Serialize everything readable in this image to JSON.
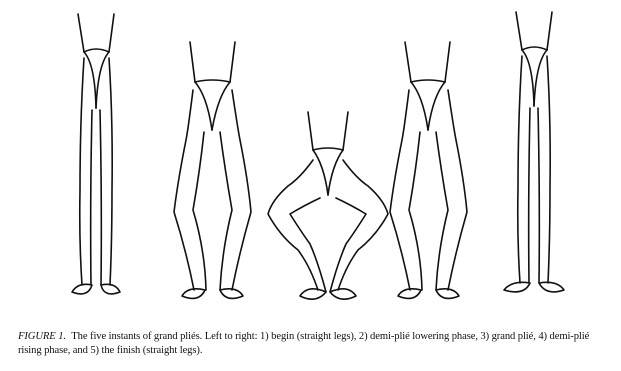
{
  "figure": {
    "label": "FIGURE 1.",
    "caption_text": "The five instants of grand pliés. Left to right: 1) begin (straight legs), 2) demi-plié lowering phase, 3) grand plié, 4) demi-plié rising phase, and 5) the finish (straight legs).",
    "panels": [
      {
        "name": "begin (straight legs)"
      },
      {
        "name": "demi-plié lowering phase"
      },
      {
        "name": "grand plié"
      },
      {
        "name": "demi-plié rising phase"
      },
      {
        "name": "the finish (straight legs)"
      }
    ]
  }
}
